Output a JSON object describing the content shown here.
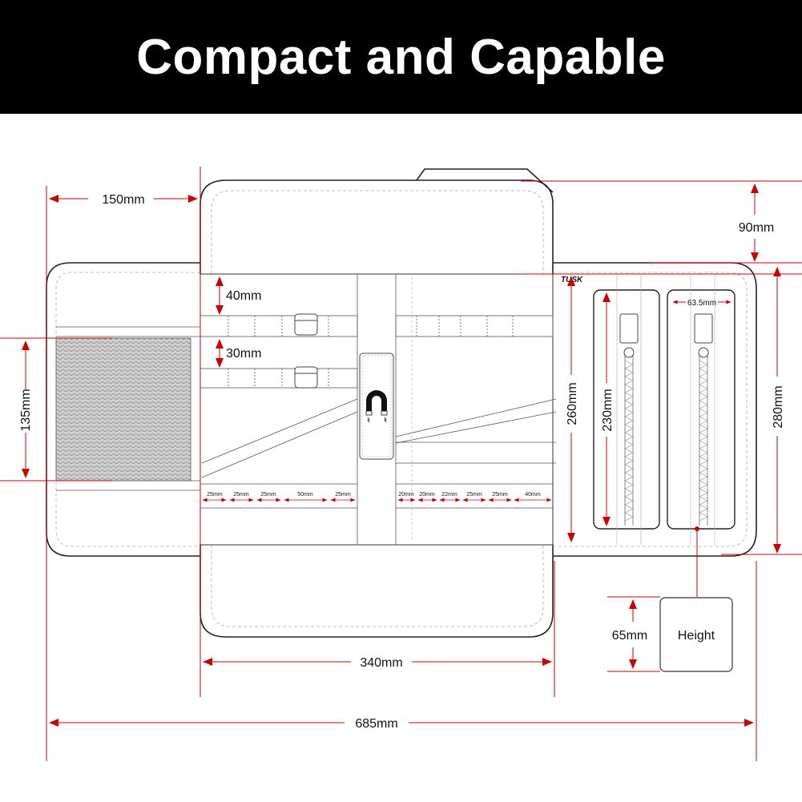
{
  "title": "Compact and Capable",
  "brand_logo": "TUSK",
  "colors": {
    "banner": "#000000",
    "dimension_line": "#cc0000",
    "outline": "#222222"
  },
  "icons": {
    "magnet": "magnet-icon"
  },
  "dimensions": {
    "flap_width": "150mm",
    "top_flap_height": "90mm",
    "pocket_40": "40mm",
    "pocket_30": "30mm",
    "mesh_height": "135mm",
    "panel_height": "260mm",
    "zip_pocket_length": "230mm",
    "total_height": "280mm",
    "zip_pocket_width": "63.5mm",
    "center_width": "340mm",
    "total_width": "685mm",
    "height_value": "65mm",
    "height_label": "Height"
  },
  "loops_left": [
    "25mm",
    "25mm",
    "25mm",
    "50mm",
    "25mm"
  ],
  "loops_right": [
    "20mm",
    "20mm",
    "22mm",
    "25mm",
    "25mm",
    "40mm"
  ]
}
